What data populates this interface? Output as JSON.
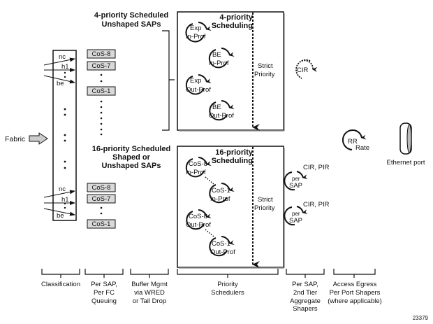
{
  "diagram": {
    "figure_id": "23379",
    "fabric_label": "Fabric",
    "classification_column": {
      "top_labels": [
        "nc",
        "h1",
        "be"
      ],
      "bottom_labels": [
        "nc",
        "h1",
        "be"
      ]
    },
    "group_4p": {
      "title_line1": "4-priority Scheduled",
      "title_line2": "Unshaped SAPs",
      "queues": [
        "CoS-8",
        "CoS-7",
        "CoS-1"
      ],
      "scheduler_title_line1": "4-priority",
      "scheduler_title_line2": "Scheduling",
      "schedulers": [
        {
          "line1": "Exp",
          "line2": "In-Prof"
        },
        {
          "line1": "BE",
          "line2": "In-Prof"
        },
        {
          "line1": "Exp",
          "line2": "Out-Prof"
        },
        {
          "line1": "BE",
          "line2": "Out-Prof"
        }
      ],
      "strict_line1": "Strict",
      "strict_line2": "Priority",
      "shaper_label": "CIR"
    },
    "group_16p": {
      "title_line1": "16-priority Scheduled",
      "title_line2": "Shaped or",
      "title_line3": "Unshaped SAPs",
      "queues": [
        "CoS-8",
        "CoS-7",
        "CoS-1"
      ],
      "scheduler_title_line1": "16-priority",
      "scheduler_title_line2": "Scheduling",
      "schedulers": [
        {
          "line1": "CoS-8",
          "line2": "In-Prof"
        },
        {
          "line1": "CoS-1",
          "line2": "In-Prof"
        },
        {
          "line1": "CoS-8",
          "line2": "Out-Prof"
        },
        {
          "line1": "CoS-1",
          "line2": "Out-Prof"
        }
      ],
      "strict_line1": "Strict",
      "strict_line2": "Priority",
      "sap_shapers": [
        {
          "line1": "per",
          "line2": "SAP",
          "rate_label": "CIR, PIR"
        },
        {
          "line1": "per",
          "line2": "SAP",
          "rate_label": "CIR, PIR"
        }
      ]
    },
    "port_scheduler": {
      "line1": "RR",
      "line2": "Rate"
    },
    "ethernet_port_label": "Ethernet port",
    "stages": [
      {
        "lines": [
          "Classification"
        ]
      },
      {
        "lines": [
          "Per SAP,",
          "Per FC",
          "Queuing"
        ]
      },
      {
        "lines": [
          "Buffer Mgmt",
          "via WRED",
          "or Tail Drop"
        ]
      },
      {
        "lines": [
          "Priority",
          "Schedulers"
        ]
      },
      {
        "lines": [
          "Per SAP,",
          "2nd Tier",
          "Aggregate",
          "Shapers"
        ]
      },
      {
        "lines": [
          "Access Egress",
          "Per Port Shapers",
          "(where applicable)"
        ]
      }
    ]
  }
}
